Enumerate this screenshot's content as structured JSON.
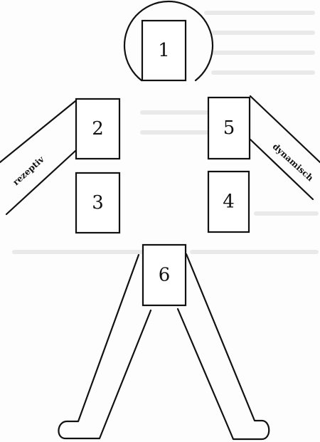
{
  "boxes": [
    {
      "id": "1",
      "label": "1"
    },
    {
      "id": "2",
      "label": "2"
    },
    {
      "id": "3",
      "label": "3"
    },
    {
      "id": "4",
      "label": "4"
    },
    {
      "id": "5",
      "label": "5"
    },
    {
      "id": "6",
      "label": "6"
    }
  ],
  "arms": {
    "left": "rezeptiv",
    "right": "dynamisch"
  },
  "colors": {
    "ink": "#111111",
    "paper": "#fdfdfd"
  }
}
